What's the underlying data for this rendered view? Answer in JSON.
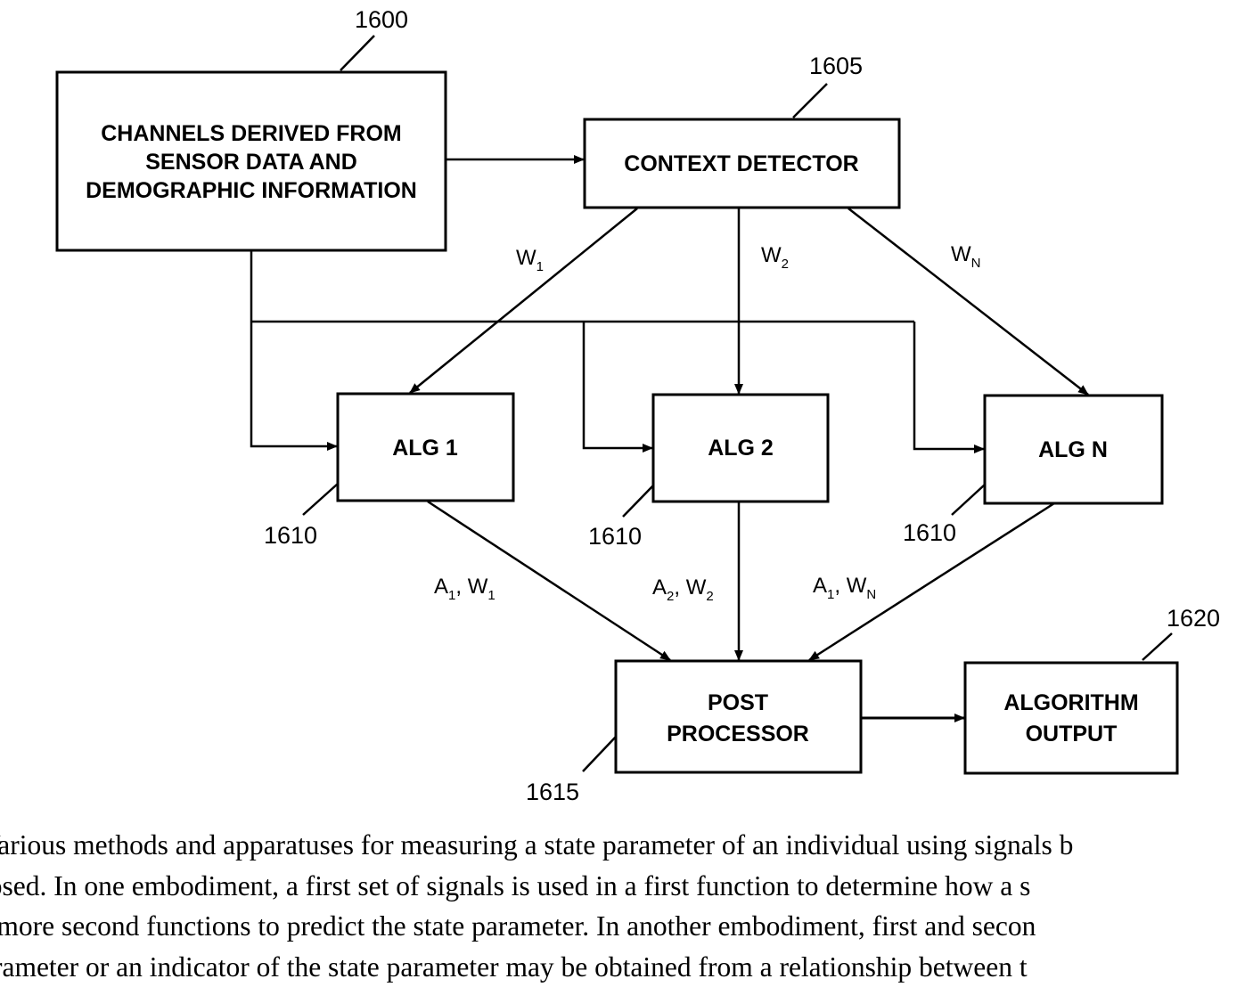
{
  "boxes": {
    "channels": {
      "ref": "1600",
      "lines": [
        "CHANNELS DERIVED FROM",
        "SENSOR DATA AND",
        "DEMOGRAPHIC INFORMATION"
      ]
    },
    "context": {
      "ref": "1605",
      "lines": [
        "CONTEXT DETECTOR"
      ]
    },
    "alg1": {
      "ref": "1610",
      "lines": [
        "ALG 1"
      ]
    },
    "alg2": {
      "ref": "1610",
      "lines": [
        "ALG 2"
      ]
    },
    "algn": {
      "ref": "1610",
      "lines": [
        "ALG N"
      ]
    },
    "post": {
      "ref": "1615",
      "lines": [
        "POST",
        "PROCESSOR"
      ]
    },
    "output": {
      "ref": "1620",
      "lines": [
        "ALGORITHM",
        "OUTPUT"
      ]
    }
  },
  "edge_labels": {
    "w1": {
      "main": "W",
      "sub": "1"
    },
    "w2": {
      "main": "W",
      "sub": "2"
    },
    "wn": {
      "main": "W",
      "sub": "N"
    },
    "a1w1": {
      "a": "A",
      "a_sub": "1",
      "w": "W",
      "w_sub": "1"
    },
    "a2w2": {
      "a": "A",
      "a_sub": "2",
      "w": "W",
      "w_sub": "2"
    },
    "a1wn": {
      "a": "A",
      "a_sub": "1",
      "w": "W",
      "w_sub": "N"
    }
  },
  "abstract_lines": [
    "Various methods and apparatuses for measuring a state parameter of an individual using signals b",
    "losed.  In one embodiment, a first set of signals is used in a first function to determine how a s",
    "r more second functions to predict the state parameter.  In another embodiment, first and secon",
    "arameter or an indicator of the state parameter may be obtained from a relationship between t"
  ]
}
